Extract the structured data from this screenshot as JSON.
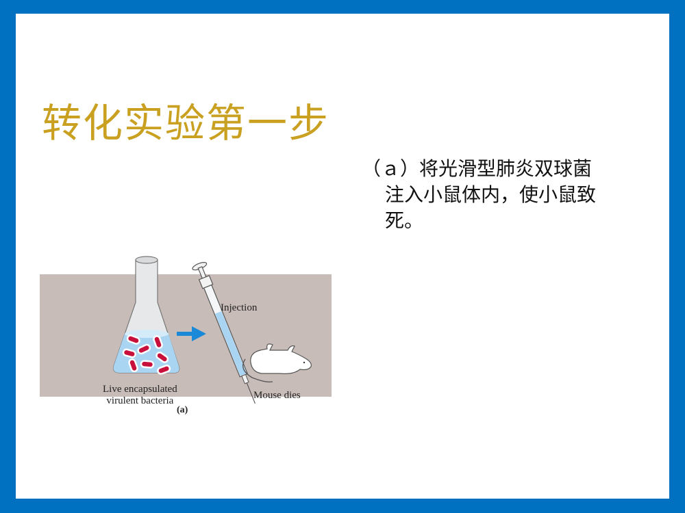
{
  "slide": {
    "title": "转化实验第一步",
    "body": {
      "line1": "（ａ）将光滑型肺炎双球菌",
      "line2": "注入小鼠体内，使小鼠致",
      "line3": "死。"
    }
  },
  "figure": {
    "injection_label": "Injection",
    "flask_label_line1": "Live encapsulated",
    "flask_label_line2": "virulent bacteria",
    "mouse_label": "Mouse dies",
    "caption": "(a)"
  },
  "colors": {
    "frame": "#0070c0",
    "title": "#c9a020",
    "panel": "#c8bcb8",
    "bacteria": "#c8103c",
    "arrow": "#1a8ad8"
  }
}
